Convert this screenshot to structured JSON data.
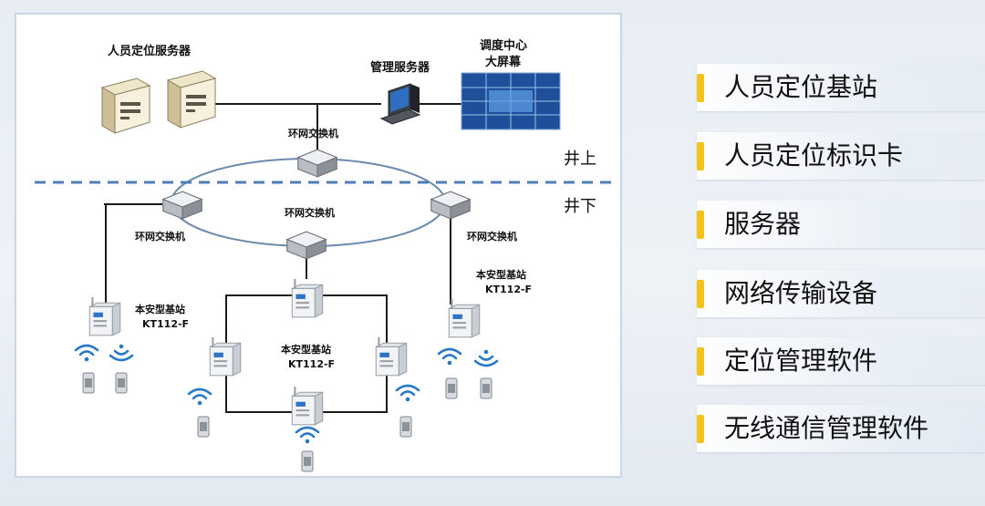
{
  "diagram": {
    "labels": {
      "server_group": "人员定位服务器",
      "mgmt_server": "管理服务器",
      "dispatch_line1": "调度中心",
      "dispatch_line2": "大屏幕",
      "switch_top": "环网交换机",
      "switch_center": "环网交换机",
      "switch_left": "环网交换机",
      "switch_right": "环网交换机",
      "above_ground": "井上",
      "below_ground": "井下",
      "bs_left_name": "本安型基站",
      "bs_left_model": "KT112-F",
      "bs_center_name": "本安型基站",
      "bs_center_model": "KT112-F",
      "bs_right_name": "本安型基站",
      "bs_right_model": "KT112-F"
    }
  },
  "legend": {
    "items": [
      "人员定位基站",
      "人员定位标识卡",
      "服务器",
      "网络传输设备",
      "定位管理软件",
      "无线通信管理软件"
    ],
    "bar_color": "#f3c21b"
  }
}
